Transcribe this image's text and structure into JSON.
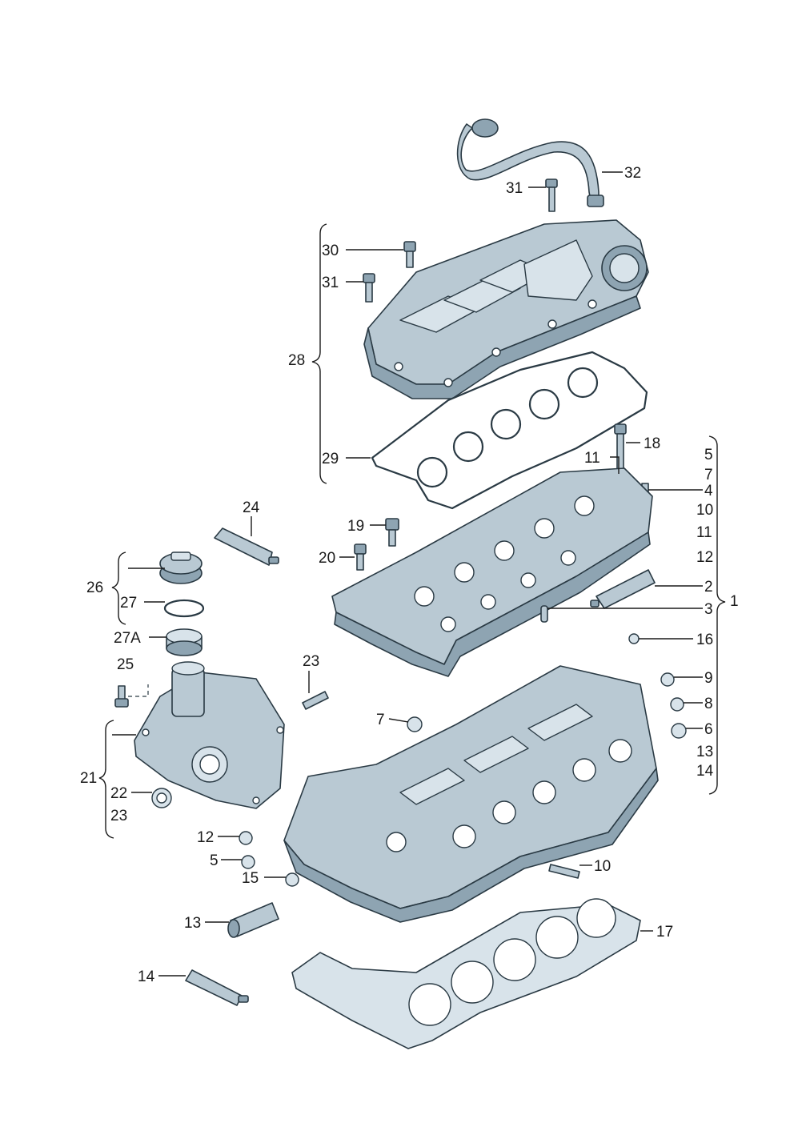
{
  "callouts": {
    "c32": "32",
    "c31a": "31",
    "c30": "30",
    "c31b": "31",
    "c28": "28",
    "c29": "29",
    "c18": "18",
    "c11a": "11",
    "c4": "4",
    "c19": "19",
    "c20": "20",
    "c2": "2",
    "c3": "3",
    "c24": "24",
    "c26": "26",
    "c27": "27",
    "c27a": "27A",
    "c25": "25",
    "c23a": "23",
    "c7b": "7",
    "c16": "16",
    "c9": "9",
    "c8": "8",
    "c6": "6",
    "c21": "21",
    "c22": "22",
    "c23b": "23",
    "c12": "12",
    "c5": "5",
    "c15": "15",
    "c10": "10",
    "c13": "13",
    "c17": "17",
    "c14": "14"
  },
  "group_1": {
    "label": "1",
    "items": [
      "5",
      "7",
      "4",
      "10",
      "11",
      "12",
      "2",
      "3",
      "16",
      "9",
      "8",
      "6",
      "13",
      "14"
    ]
  },
  "colors": {
    "part": "#b9c9d3",
    "outline": "#2a3a44",
    "text": "#1a1a1a"
  }
}
